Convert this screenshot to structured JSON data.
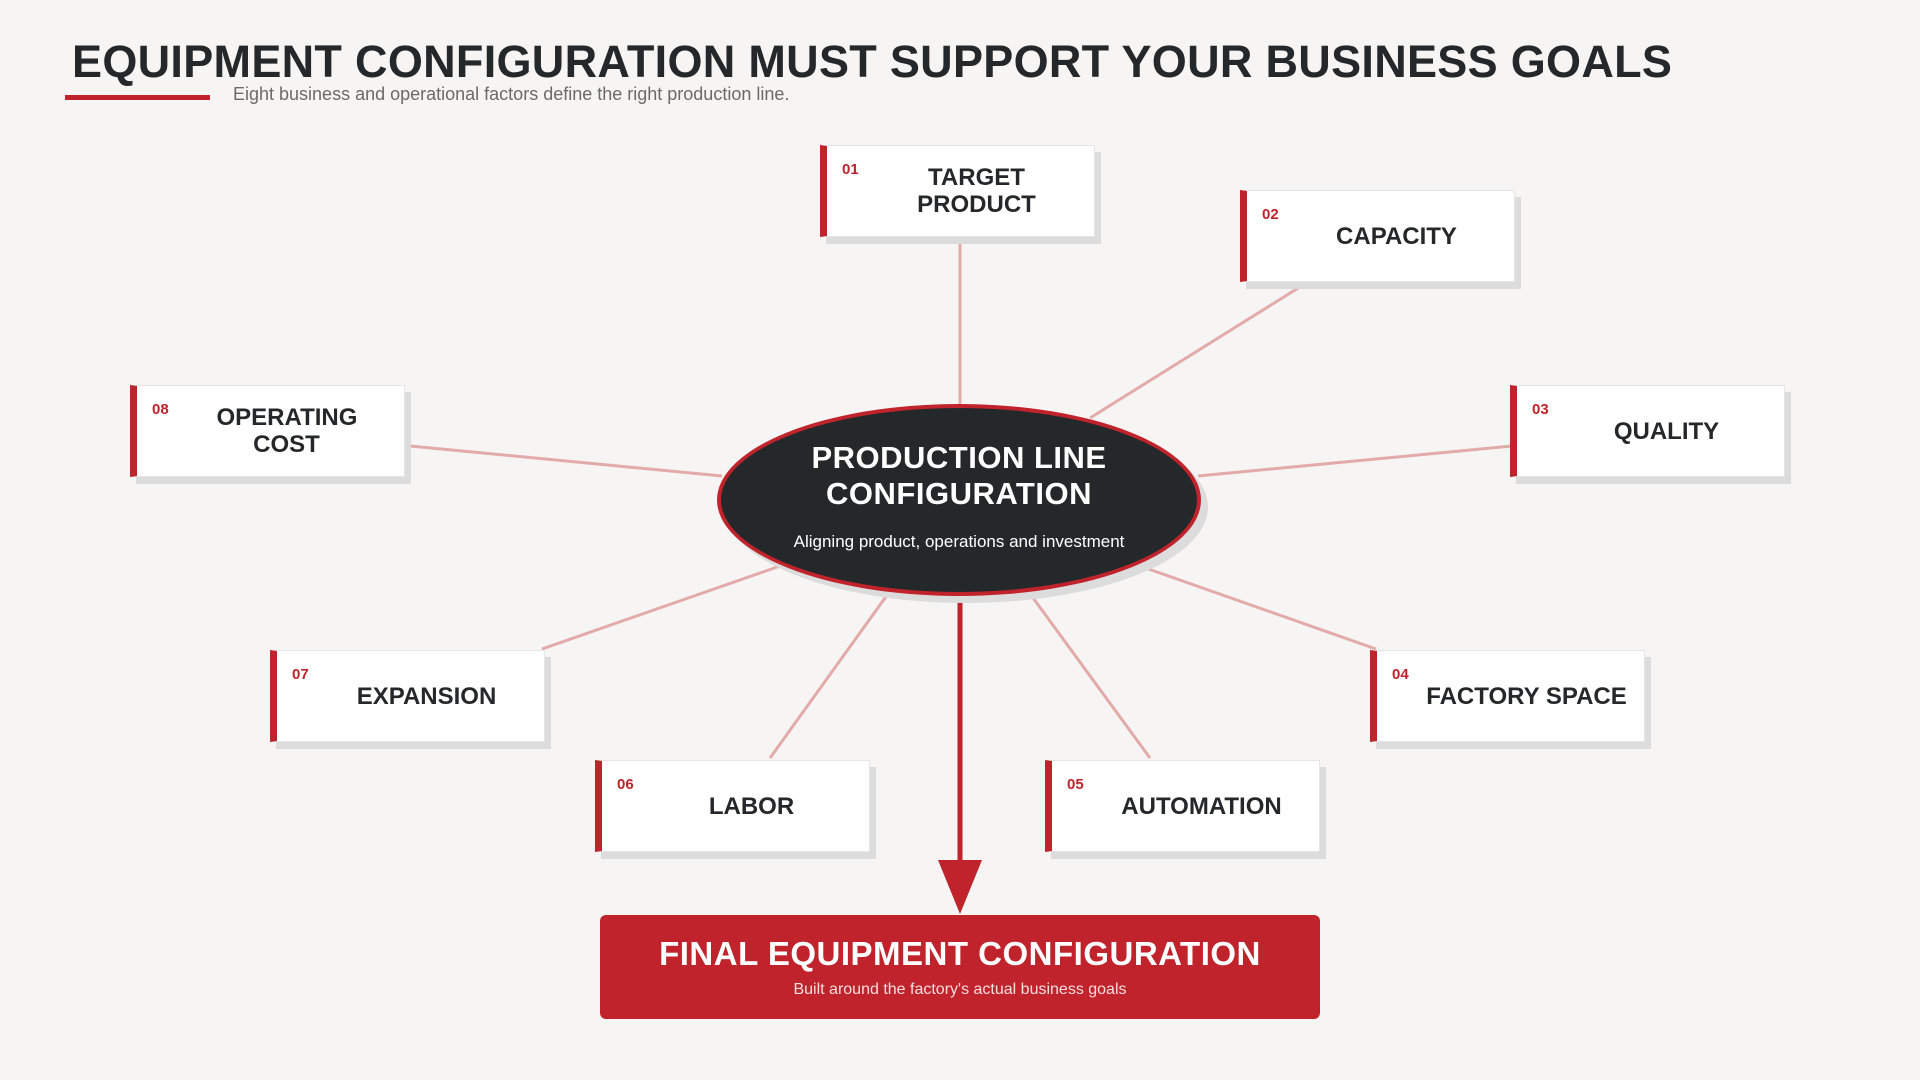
{
  "header": {
    "title": "EQUIPMENT CONFIGURATION MUST SUPPORT YOUR BUSINESS GOALS",
    "subtitle": "Eight business and operational factors define the right production line."
  },
  "hub": {
    "title_line1": "PRODUCTION LINE",
    "title_line2": "CONFIGURATION",
    "subtitle": "Aligning product, operations and investment"
  },
  "factors": [
    {
      "number": "01",
      "label": "TARGET PRODUCT"
    },
    {
      "number": "02",
      "label": "CAPACITY"
    },
    {
      "number": "03",
      "label": "QUALITY"
    },
    {
      "number": "04",
      "label": "FACTORY SPACE"
    },
    {
      "number": "05",
      "label": "AUTOMATION"
    },
    {
      "number": "06",
      "label": "LABOR"
    },
    {
      "number": "07",
      "label": "EXPANSION"
    },
    {
      "number": "08",
      "label": "OPERATING COST"
    }
  ],
  "result": {
    "title": "FINAL EQUIPMENT CONFIGURATION",
    "subtitle": "Built around the factory's actual business goals"
  },
  "colors": {
    "accent": "#c0232b",
    "dark": "#25282b",
    "connector": "#e3aaaa",
    "background": "#f6f5f3"
  }
}
